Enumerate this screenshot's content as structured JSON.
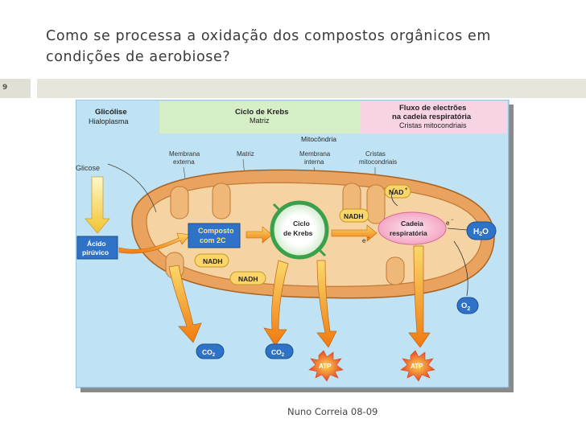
{
  "slide": {
    "title": "Como se processa a oxidação dos compostos orgânicos em condições de aerobiose?",
    "number": "9",
    "footer": "Nuno Correia 08-09"
  },
  "diagram": {
    "header": {
      "glicolise": "Glicólise",
      "hialoplasma": "Hialoplasma",
      "ciclo_krebs": "Ciclo de Krebs",
      "matriz": "Matriz",
      "fluxo_1": "Fluxo de electrões",
      "fluxo_2": "na cadeia respiratória",
      "cristas": "Cristas mitocondriais"
    },
    "labels": {
      "mitocondria": "Mitocôndria",
      "membrana_externa_1": "Membrana",
      "membrana_externa_2": "externa",
      "matriz": "Matriz",
      "membrana_interna_1": "Membrana",
      "membrana_interna_2": "interna",
      "cristas_1": "Cristas",
      "cristas_2": "mitocondriais",
      "glicose": "Glicose",
      "acido_1": "Ácido",
      "acido_2": "pirúvico",
      "composto_1": "Composto",
      "composto_2": "com 2C",
      "ciclo_1": "Ciclo",
      "ciclo_2": "de Krebs",
      "cadeia_1": "Cadeia",
      "cadeia_2": "respiratória",
      "nadh": "NADH",
      "nad_plus": "NAD",
      "electron": "e",
      "h2o_h": "H",
      "h2o_2": "2",
      "h2o_o": "O",
      "o2_o": "O",
      "o2_2": "2",
      "co2_c": "CO",
      "co2_2": "2",
      "atp": "ATP"
    },
    "colors": {
      "background": "#bfe3f4",
      "header_green": "#d7efc6",
      "mito_outer": "#e9a35f",
      "mito_inner": "#f6d3a3",
      "arrow_orange": "#f28a1c",
      "box_blue": "#2e73c7",
      "box_yellow": "#f9d56b",
      "atp_red": "#e8472a",
      "cadeia_pink": "#f7a8c4"
    }
  }
}
